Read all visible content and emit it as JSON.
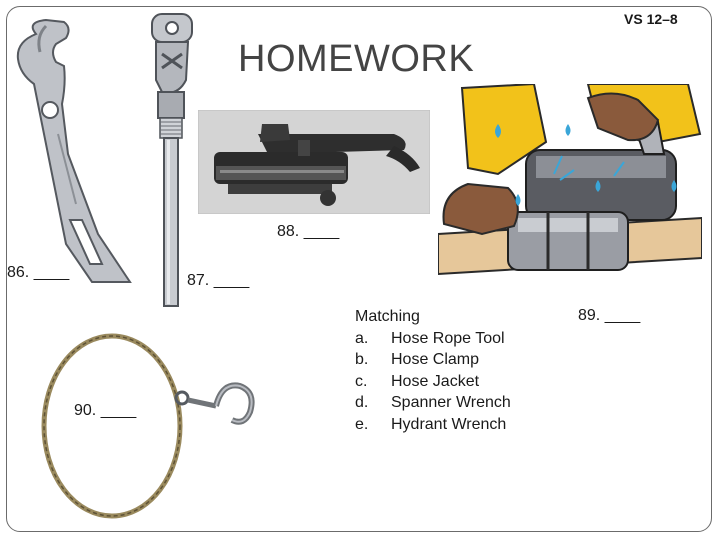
{
  "header": {
    "slide_number": "VS 12–8",
    "title": "HOMEWORK"
  },
  "labels": {
    "item_86": "86. ____",
    "item_87": "87. ____",
    "item_88": "88. ____",
    "item_89": "89. ____",
    "item_90": "90. ____"
  },
  "matching": {
    "heading": "Matching",
    "options": [
      {
        "key": "a.",
        "text": "Hose Rope Tool"
      },
      {
        "key": "b.",
        "text": "Hose Clamp"
      },
      {
        "key": "c.",
        "text": "Hose Jacket"
      },
      {
        "key": "d.",
        "text": "Spanner Wrench"
      },
      {
        "key": "e.",
        "text": "Hydrant Wrench"
      }
    ]
  },
  "colors": {
    "metal": "#b9bcc2",
    "metal_dark": "#6e7278",
    "glove_yellow": "#f2c21a",
    "glove_brown": "#8a5a3c",
    "hose_tan": "#e6c79a",
    "rope": "#9a8a5e"
  }
}
